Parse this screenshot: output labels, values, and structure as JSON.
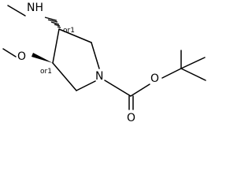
{
  "atoms": {
    "nh": "NH",
    "o_methoxy": "O",
    "n_ring": "N",
    "o_carbonyl": "O",
    "o_ester": "O"
  },
  "stereo_labels": {
    "upper": "or1",
    "lower": "or1"
  },
  "colors": {
    "ink": "#000000",
    "background": "#ffffff"
  }
}
